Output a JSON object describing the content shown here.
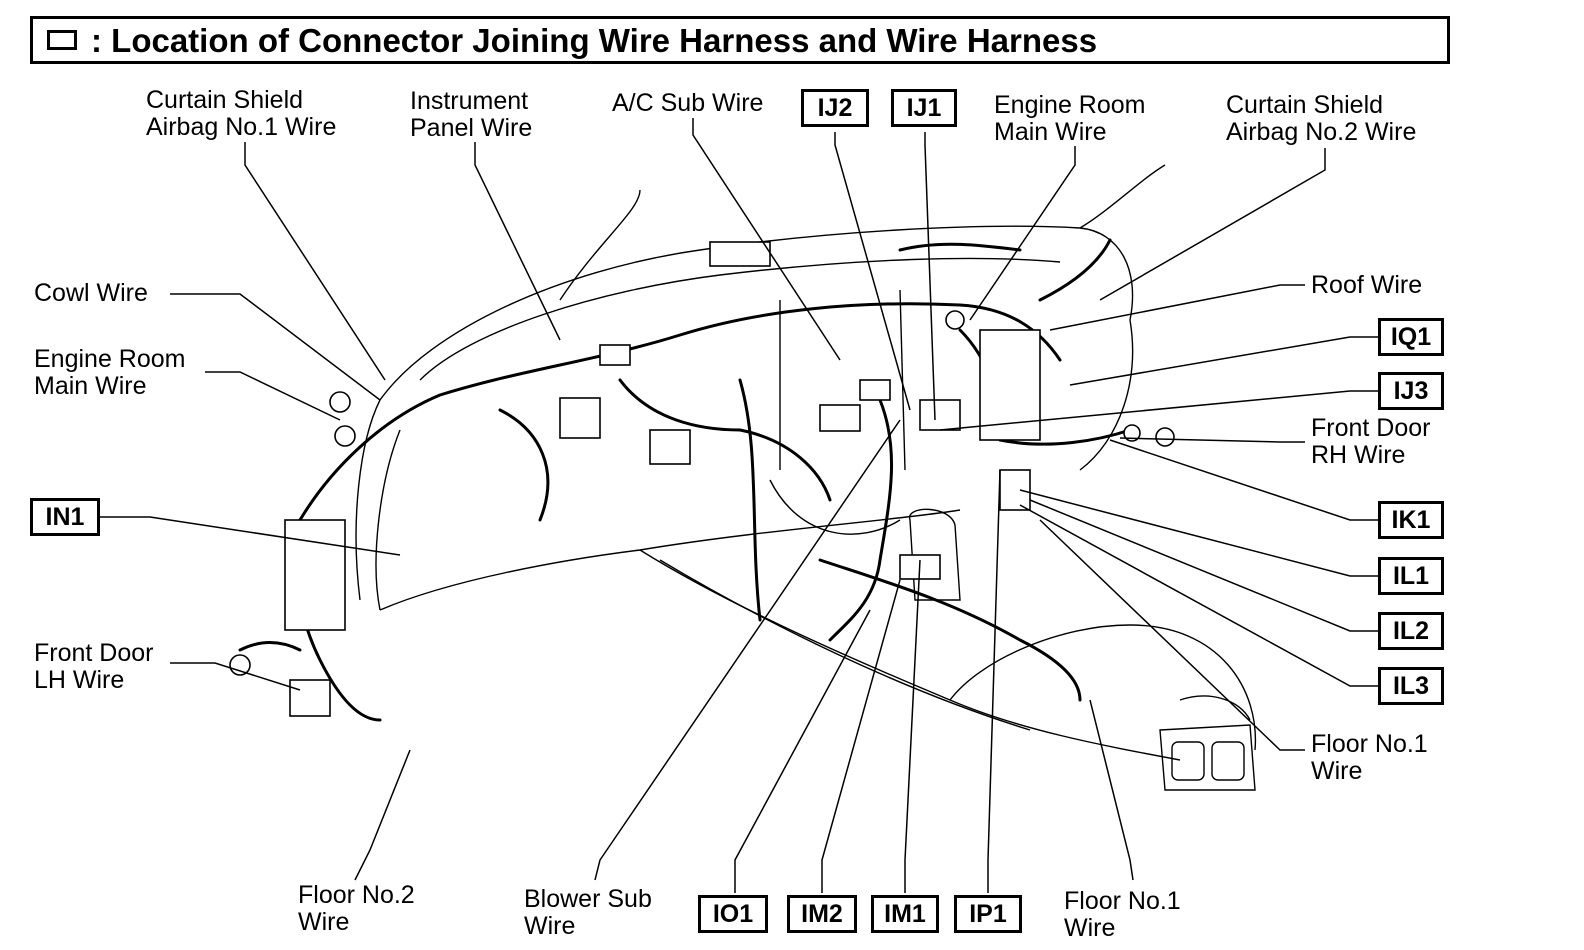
{
  "title": ": Location of Connector Joining Wire Harness and Wire Harness",
  "labels": {
    "curtain_shield_1": [
      "Curtain Shield",
      "Airbag No.1 Wire"
    ],
    "instrument_panel": [
      "Instrument",
      "Panel Wire"
    ],
    "ac_sub": [
      "A/C Sub Wire"
    ],
    "engine_room_main_top": [
      "Engine Room",
      "Main Wire"
    ],
    "curtain_shield_2": [
      "Curtain Shield",
      "Airbag No.2 Wire"
    ],
    "cowl": [
      "Cowl Wire"
    ],
    "engine_room_main_left": [
      "Engine Room",
      "Main Wire"
    ],
    "roof": [
      "Roof Wire"
    ],
    "front_door_rh": [
      "Front Door",
      "RH Wire"
    ],
    "front_door_lh": [
      "Front Door",
      "LH Wire"
    ],
    "floor_no1_right": [
      "Floor No.1",
      "Wire"
    ],
    "floor_no2": [
      "Floor No.2",
      "Wire"
    ],
    "blower_sub": [
      "Blower Sub",
      "Wire"
    ],
    "floor_no1_bottom": [
      "Floor No.1",
      "Wire"
    ]
  },
  "connectors": {
    "ij2": "IJ2",
    "ij1": "IJ1",
    "iq1": "IQ1",
    "ij3": "IJ3",
    "in1": "IN1",
    "ik1": "IK1",
    "il1": "IL1",
    "il2": "IL2",
    "il3": "IL3",
    "io1": "IO1",
    "im2": "IM2",
    "im1": "IM1",
    "ip1": "IP1"
  }
}
